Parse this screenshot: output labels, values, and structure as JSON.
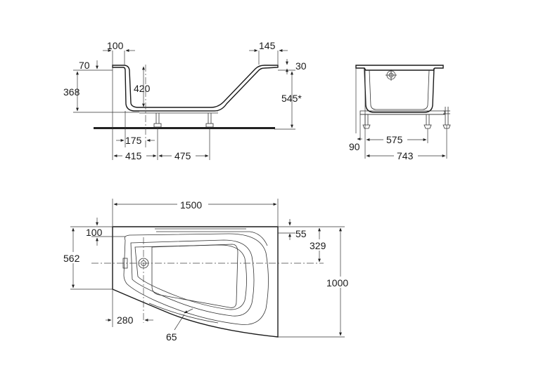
{
  "side_view": {
    "dim_100": "100",
    "dim_145": "145",
    "dim_70": "70",
    "dim_30": "30",
    "dim_368": "368",
    "dim_420": "420",
    "dim_545": "545*",
    "dim_175": "175",
    "dim_415": "415",
    "dim_475": "475"
  },
  "end_view": {
    "dim_90": "90",
    "dim_575": "575",
    "dim_743": "743"
  },
  "plan_view": {
    "dim_1500": "1500",
    "dim_100": "100",
    "dim_55": "55",
    "dim_329": "329",
    "dim_562": "562",
    "dim_1000": "1000",
    "dim_280": "280",
    "dim_65": "65"
  }
}
